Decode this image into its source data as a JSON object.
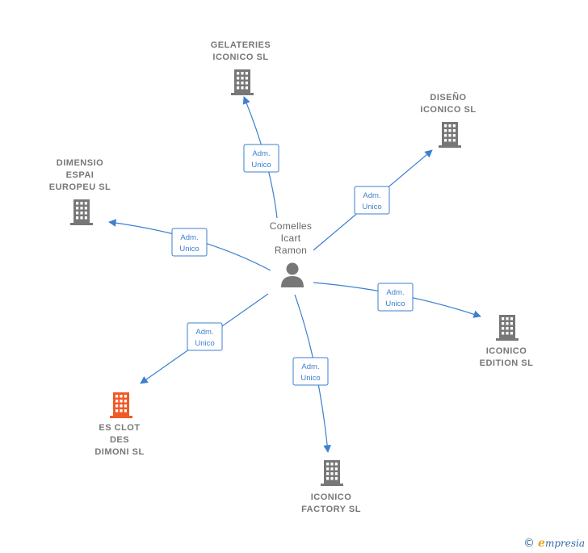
{
  "person": {
    "lines": [
      "Comelles",
      "Icart",
      "Ramon"
    ]
  },
  "edge_label": {
    "line1": "Adm.",
    "line2": "Unico"
  },
  "colors": {
    "edge": "#3d7fd1",
    "company": "#777777",
    "highlight": "#f05a28",
    "person": "#777777"
  },
  "companies": [
    {
      "id": "gelateries",
      "lines": [
        "GELATERIES",
        "ICONICO  SL"
      ],
      "highlight": false
    },
    {
      "id": "diseno",
      "lines": [
        "DISEÑO",
        "ICONICO  SL"
      ],
      "highlight": false
    },
    {
      "id": "dimensio",
      "lines": [
        "DIMENSIO",
        "ESPAI",
        "EUROPEU SL"
      ],
      "highlight": false
    },
    {
      "id": "edition",
      "lines": [
        "ICONICO",
        "EDITION  SL"
      ],
      "highlight": false
    },
    {
      "id": "esclot",
      "lines": [
        "ES CLOT",
        "DES",
        "DIMONI  SL"
      ],
      "highlight": true
    },
    {
      "id": "factory",
      "lines": [
        "ICONICO",
        "FACTORY  SL"
      ],
      "highlight": false
    }
  ],
  "footer": {
    "copyright_icon": "copyright-icon",
    "brand_initial": "e",
    "brand_rest": "mpresia"
  }
}
